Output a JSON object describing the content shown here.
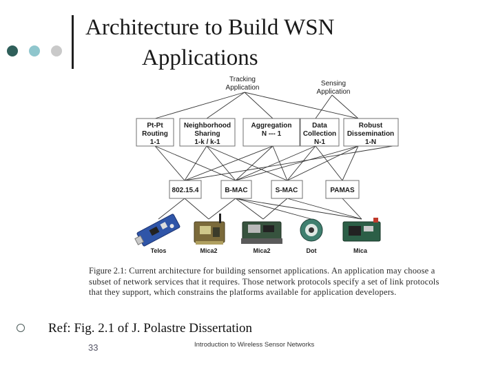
{
  "slide": {
    "title_line1": "Architecture to Build WSN",
    "title_line2": "Applications",
    "ref": "Ref: Fig. 2.1 of J. Polastre Dissertation",
    "page_number": "33",
    "footer": "Introduction to Wireless Sensor Networks",
    "dot_colors": [
      "#2f5f5a",
      "#8fc6cd",
      "#c9c9c9"
    ]
  },
  "diagram": {
    "applications": [
      {
        "id": "tracking",
        "line1": "Tracking",
        "line2": "Application"
      },
      {
        "id": "sensing",
        "line1": "Sensing",
        "line2": "Application"
      }
    ],
    "services": [
      {
        "id": "ptpt",
        "line1": "Pt-Pt",
        "line2": "Routing",
        "line3": "1-1"
      },
      {
        "id": "neigh",
        "line1": "Neighborhood",
        "line2": "Sharing",
        "line3": "1-k / k-1"
      },
      {
        "id": "agg",
        "line1": "Aggregation",
        "line2": "N --- 1",
        "line3": ""
      },
      {
        "id": "datac",
        "line1": "Data",
        "line2": "Collection",
        "line3": "N-1"
      },
      {
        "id": "robust",
        "line1": "Robust",
        "line2": "Dissemination",
        "line3": "1-N"
      }
    ],
    "protocols": [
      {
        "id": "p802",
        "label": "802.15.4"
      },
      {
        "id": "bmac",
        "label": "B-MAC"
      },
      {
        "id": "smac",
        "label": "S-MAC"
      },
      {
        "id": "pamas",
        "label": "PAMAS"
      }
    ],
    "platforms": [
      {
        "id": "telos",
        "label": "Telos"
      },
      {
        "id": "micaz",
        "label": "Mica2"
      },
      {
        "id": "mica2",
        "label": "Mica2"
      },
      {
        "id": "dot",
        "label": "Dot"
      },
      {
        "id": "mica",
        "label": "Mica"
      }
    ]
  },
  "caption": {
    "figure_label": "Figure 2.1:",
    "text": "Current architecture for building sensornet applications. An application may choose a subset of network services that it requires. Those network protocols specify a set of link protocols that they support, which constrains the platforms available for application developers."
  }
}
